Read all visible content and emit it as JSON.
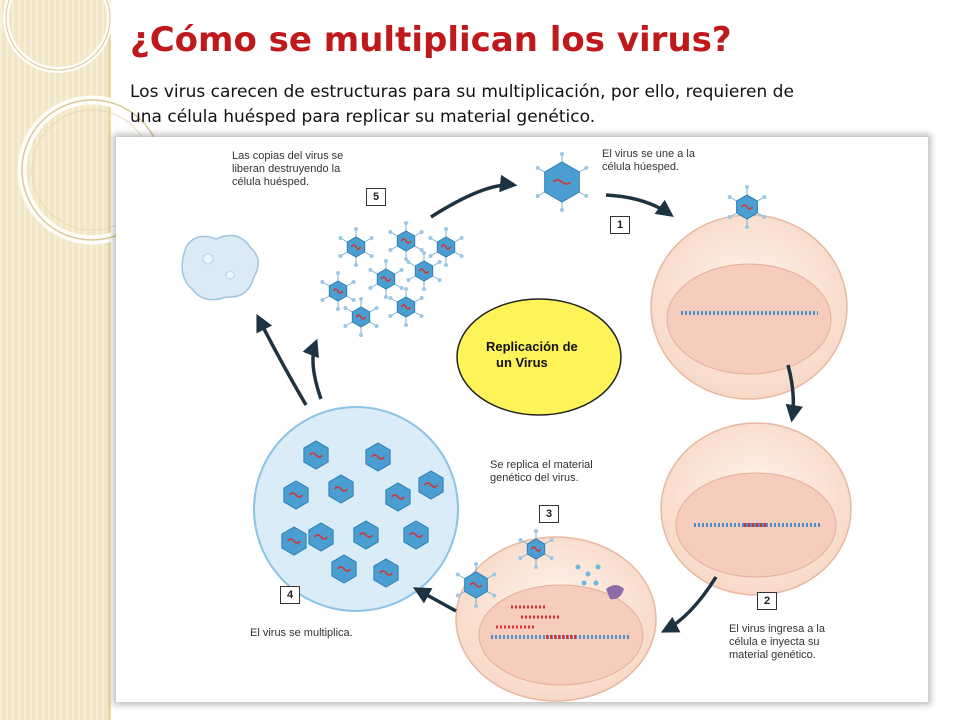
{
  "slide": {
    "title": "¿Cómo se multiplican los virus?",
    "subtitle": "Los virus carecen de estructuras para su multiplicación, por ello, requieren de una célula huésped para replicar su material genético."
  },
  "diagram": {
    "center_label_line1": "Replicación de",
    "center_label_line2": "un Virus",
    "steps": [
      {
        "number": "1",
        "text_line1": "El virus se une a la",
        "text_line2": "célula húesped.",
        "text_line3": ""
      },
      {
        "number": "2",
        "text_line1": "El virus ingresa a la",
        "text_line2": "célula e inyecta su",
        "text_line3": "material genético."
      },
      {
        "number": "3",
        "text_line1": "Se replica el material",
        "text_line2": "genético del virus.",
        "text_line3": ""
      },
      {
        "number": "4",
        "text_line1": "El virus se multiplica.",
        "text_line2": "",
        "text_line3": ""
      },
      {
        "number": "5",
        "text_line1": "Las copias del virus se",
        "text_line2": "liberan destruyendo la",
        "text_line3": "célula huésped."
      }
    ]
  },
  "colors": {
    "title": "#c0191b",
    "cell_fill": "#fbe6d9",
    "nucleus_fill": "#f6cdbc",
    "virus_fill": "#4a9ed1",
    "center_fill": "#fff35a",
    "arrow": "#1e3342"
  }
}
